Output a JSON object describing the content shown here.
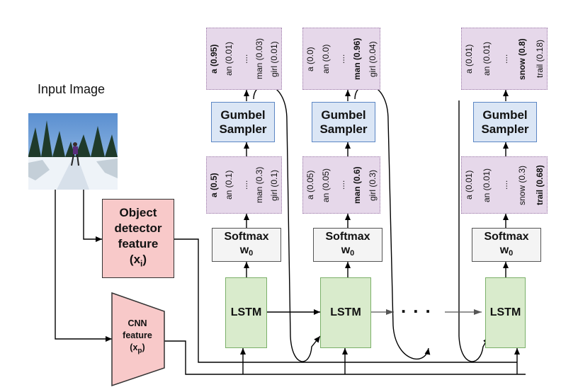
{
  "input_label": "Input Image",
  "object_detector": {
    "line1": "Object",
    "line2": "detector",
    "line3": "feature",
    "sym": "(x",
    "sub": "i",
    "close": ")"
  },
  "cnn": {
    "line1": "CNN",
    "line2": "feature",
    "sym": "(x",
    "sub": "p",
    "close": ")"
  },
  "lstm_label": "LSTM",
  "softmax": {
    "label": "Softmax",
    "w": "w",
    "sub": "0"
  },
  "gumbel": {
    "line1": "Gumbel",
    "line2": "Sampler"
  },
  "ellipsis": "...",
  "columns": [
    {
      "top_probs": [
        {
          "t": "a (0.95)",
          "b": true
        },
        {
          "t": "an (0.01)"
        },
        {
          "t": "...."
        },
        {
          "t": "man (0.03)"
        },
        {
          "t": "girl (0.01)"
        }
      ],
      "bottom_probs": [
        {
          "t": "a (0.5)",
          "b": true
        },
        {
          "t": "an (0.1)"
        },
        {
          "t": "...."
        },
        {
          "t": "man (0.3)"
        },
        {
          "t": "girl (0.1)"
        }
      ]
    },
    {
      "top_probs": [
        {
          "t": "a (0.0)"
        },
        {
          "t": "an (0.0)"
        },
        {
          "t": "...."
        },
        {
          "t": "man (0.96)",
          "b": true
        },
        {
          "t": "girl (0.04)"
        }
      ],
      "bottom_probs": [
        {
          "t": "a (0.05)"
        },
        {
          "t": "an (0.05)"
        },
        {
          "t": "...."
        },
        {
          "t": "man (0.6)",
          "b": true
        },
        {
          "t": "girl (0.3)"
        }
      ]
    },
    {
      "top_probs": [
        {
          "t": "a (0.01)"
        },
        {
          "t": "an (0.01)"
        },
        {
          "t": "...."
        },
        {
          "t": "snow (0.8)",
          "b": true
        },
        {
          "t": "trail (0.18)"
        }
      ],
      "bottom_probs": [
        {
          "t": "a (0.01)"
        },
        {
          "t": "an (0.01)"
        },
        {
          "t": "...."
        },
        {
          "t": "snow (0.3)"
        },
        {
          "t": "trail (0.68)",
          "b": true
        }
      ]
    }
  ]
}
